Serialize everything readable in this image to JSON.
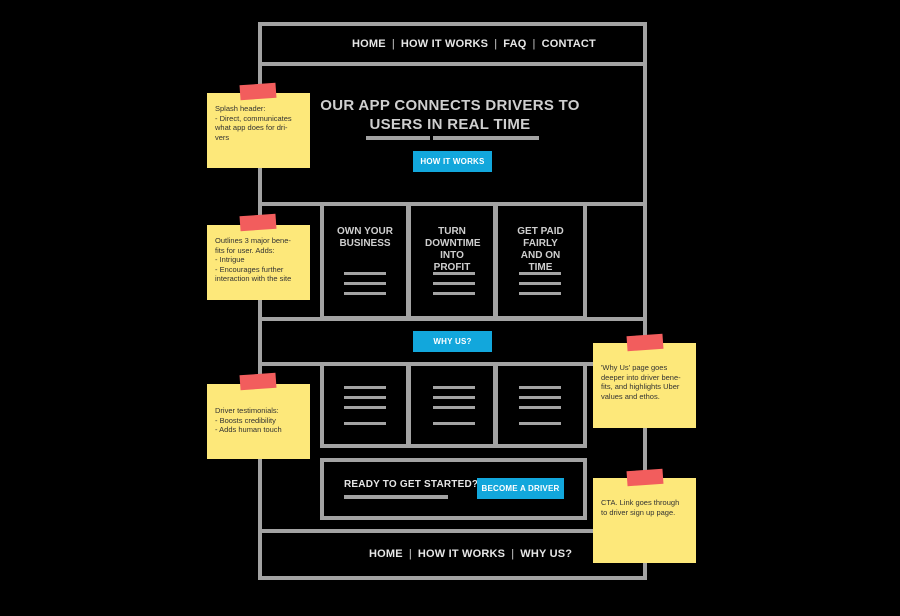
{
  "header_nav": {
    "items": [
      "HOME",
      "HOW IT WORKS",
      "FAQ",
      "CONTACT"
    ],
    "separator": "|"
  },
  "hero": {
    "title": "OUR APP CONNECTS DRIVERS TO USERS IN REAL TIME",
    "button_label": "HOW IT WORKS"
  },
  "benefits": [
    {
      "title": "OWN YOUR BUSINESS"
    },
    {
      "title": "TURN DOWNTIME INTO PROFIT"
    },
    {
      "title": "GET PAID FAIRLY AND ON TIME"
    }
  ],
  "why_us": {
    "button_label": "WHY US?"
  },
  "cta": {
    "text": "READY TO GET STARTED?",
    "button_label": "BECOME A DRIVER"
  },
  "footer_nav": {
    "items": [
      "HOME",
      "HOW IT WORKS",
      "WHY US?"
    ],
    "separator": "|"
  },
  "notes": {
    "splash": [
      "Splash header:",
      "- Direct, communicates",
      "what app does for dri-",
      "vers"
    ],
    "benefits": [
      "Outlines 3 major bene-",
      "fits for user. Adds:",
      "- Intrigue",
      "- Encourages further",
      "interaction with the site"
    ],
    "testimonials": [
      "Driver testimonials:",
      "- Boosts credibility",
      "- Adds human touch"
    ],
    "why_us": [
      "'Why Us' page goes",
      "deeper into driver bene-",
      "fits, and highlights Uber",
      "values and ethos."
    ],
    "cta": [
      "CTA. Link goes through",
      "to driver sign up page."
    ]
  },
  "colors": {
    "background": "#000000",
    "wireframe": "#a3a3a3",
    "button": "#12a7dc",
    "sticky_note": "#fde87a",
    "tape": "#f25d5d"
  }
}
